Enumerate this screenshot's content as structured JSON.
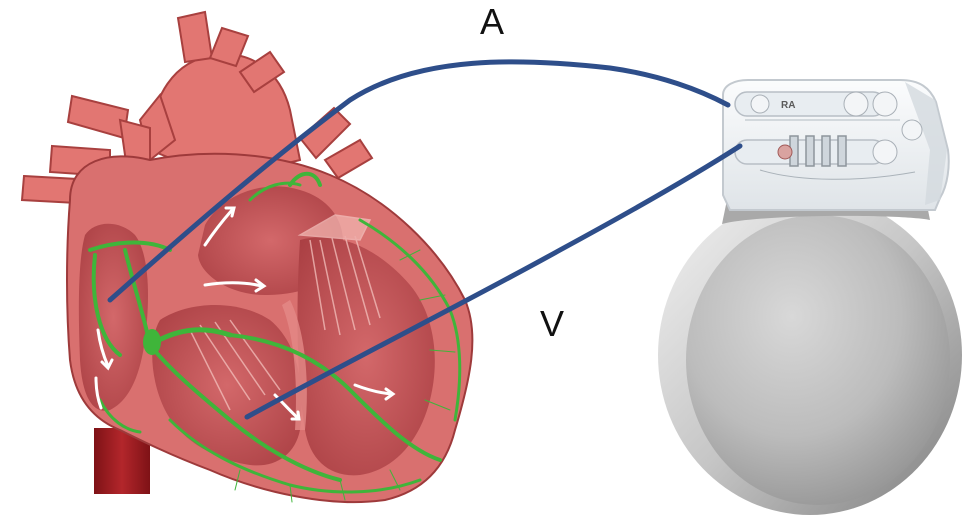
{
  "labels": {
    "atrial_lead": "A",
    "ventricular_lead": "V"
  },
  "device": {
    "header_port_label": "RA"
  },
  "colors": {
    "lead_wire": "#2e4e8a",
    "myocardium": "#d9706f",
    "chamber_interior": "#b94a4c",
    "conduction_system": "#3fb53a",
    "vessels": "#e27672",
    "aorta_base": "#9b1b1f",
    "can_metal": "#bdbdbd",
    "header_resin": "#eef1f3"
  },
  "icons": {
    "heart": "heart-cross-section-illustration",
    "pacemaker": "pacemaker-device-illustration",
    "flow_arrows": "blood-flow-arrow-icon"
  }
}
